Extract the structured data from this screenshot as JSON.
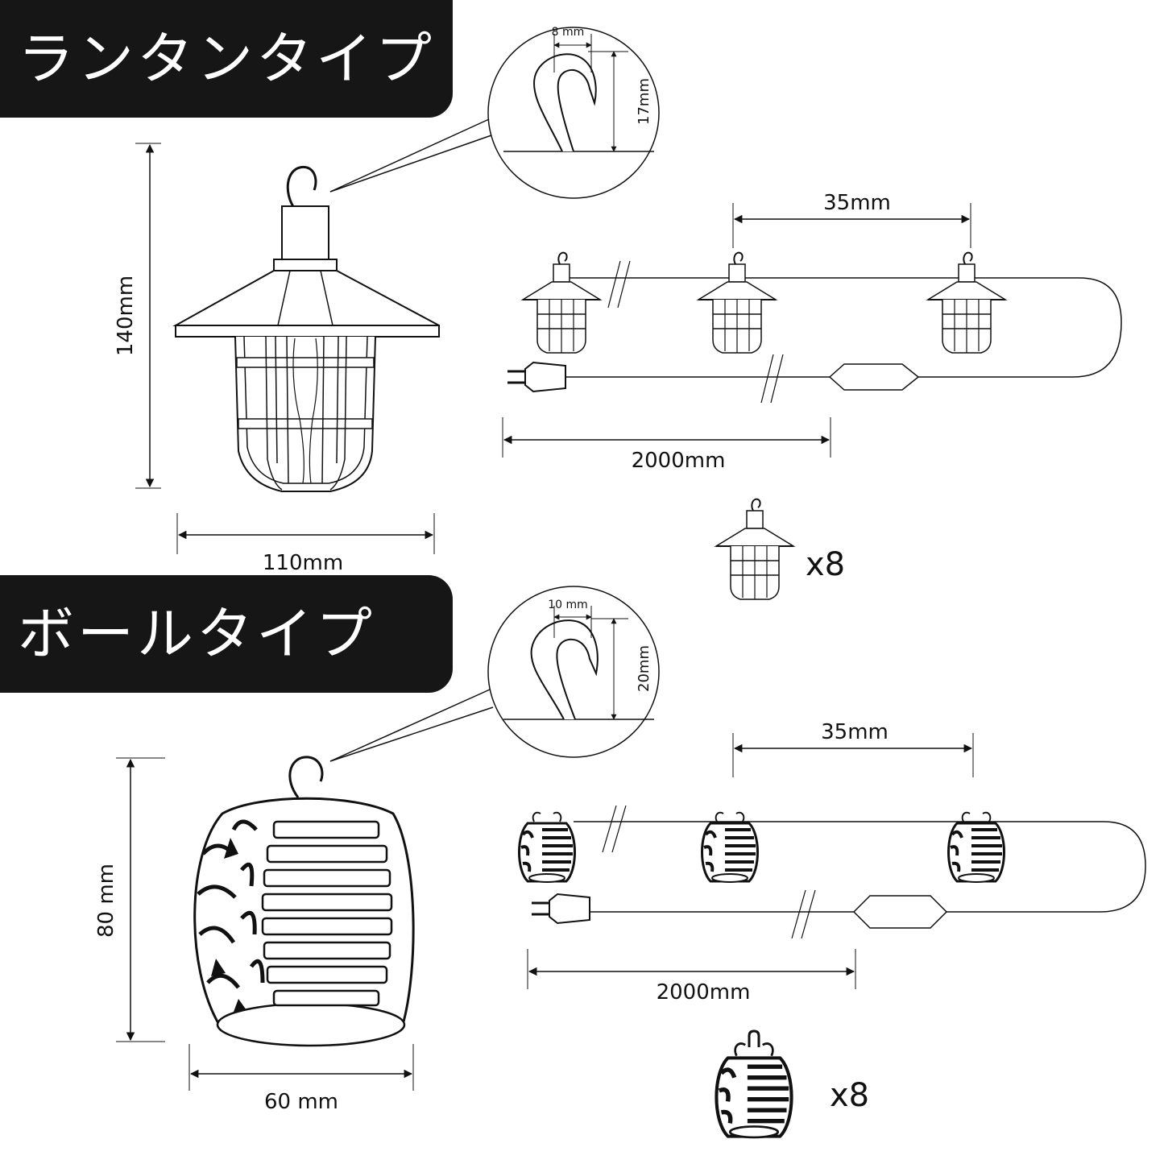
{
  "sections": {
    "lantern": {
      "title": "ランタンタイプ",
      "hook_width": "8 mm",
      "hook_height": "17mm",
      "height": "140mm",
      "width": "110mm",
      "spacing": "35mm",
      "cable_length": "2000mm",
      "quantity": "x8"
    },
    "ball": {
      "title": "ボールタイプ",
      "hook_width": "10 mm",
      "hook_height": "20mm",
      "height": "80 mm",
      "width": "60 mm",
      "spacing": "35mm",
      "cable_length": "2000mm",
      "quantity": "x8"
    }
  },
  "icons": {
    "lantern": "lantern-icon",
    "ball": "ball-lamp-icon",
    "plug": "plug-icon",
    "hook": "hook-icon"
  },
  "colors": {
    "banner_bg": "#161616",
    "banner_text": "#ffffff",
    "line": "#111111"
  }
}
